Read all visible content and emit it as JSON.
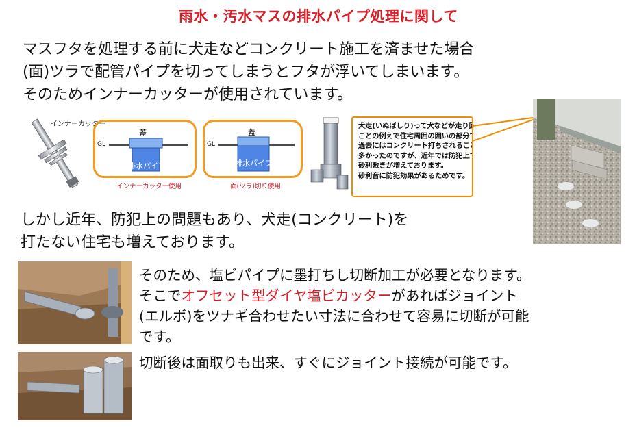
{
  "slide": {
    "title": "雨水・汚水マスの排水パイプ処理に関して",
    "intro_lines": [
      "マスフタを処理する前に犬走などコンクリート施工を済ませた場合",
      "(面)ツラで配管パイプを切ってしまうとフタが浮いてしまいます。",
      "そのためインナーカッターが使用されています。"
    ],
    "middle_lines": [
      "しかし近年、防犯上の問題もあり、犬走(コンクリート)を",
      "打たない住宅も増えております。"
    ],
    "detail": {
      "line1": "そのため、塩ビパイプに墨打ちし切断加工が必要となります。",
      "line2_prefix": "そこで",
      "line2_highlight": "オフセット型ダイヤ塩ビカッター",
      "line2_suffix": "があればジョイント",
      "line3": "(エルボ)をツナギ合わせたい寸法に合わせて容易に切断が可能",
      "line4": "です。"
    },
    "after_cut_line": "切断後は面取りも出来、すぐにジョイント接続が可能です。",
    "callout_lines": [
      "犬走(いぬばしり)って犬などが走り回る",
      "ことの例えで住宅周囲の囲いの部分です。",
      "過去にはコンクリート打ちされることが",
      "多かったのですが、近年では防犯上で",
      "砂利敷きが増えております。",
      "砂利音に防犯効果があるためです。"
    ]
  },
  "diagrams": {
    "tool_label": "インナーカッター",
    "left": {
      "lid": "蓋",
      "gl": "GL",
      "pipe": "排水パイプ",
      "caption": "インナーカッター使用"
    },
    "right": {
      "lid": "蓋",
      "gl": "GL",
      "pipe": "排水パイプ",
      "caption": "面(ツラ)切り使用"
    }
  },
  "colors": {
    "accent_red": "#d5202a",
    "orange": "#f39a20",
    "pipe_blue": "#4f86e6",
    "pipe_gray": "#8c96a3"
  },
  "icons": [
    "inner-cutter-icon",
    "pipe-fitting-icon"
  ]
}
